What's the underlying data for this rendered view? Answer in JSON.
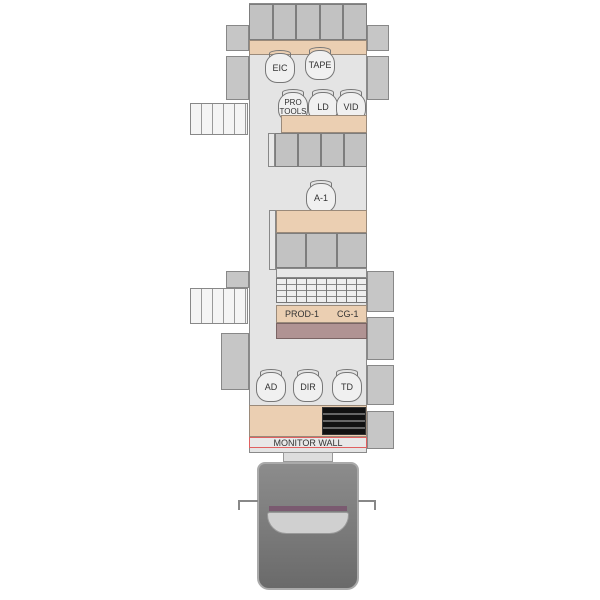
{
  "stations": {
    "eic": "EIC",
    "tape": "TAPE",
    "protools": "PRO TOOLS",
    "ld": "LD",
    "vid": "VID",
    "a1": "A-1",
    "ad": "AD",
    "dir": "DIR",
    "td": "TD"
  },
  "desks": {
    "prod": "PROD-1",
    "cg": "CG-1"
  },
  "monitor_wall": "MONITOR WALL",
  "colors": {
    "desk": "#ebcfb2",
    "rack": "#c2c2c2",
    "floor": "#e4e4e4",
    "accent_desk": "#b09393",
    "monitor_wall_border": "#e06060"
  }
}
